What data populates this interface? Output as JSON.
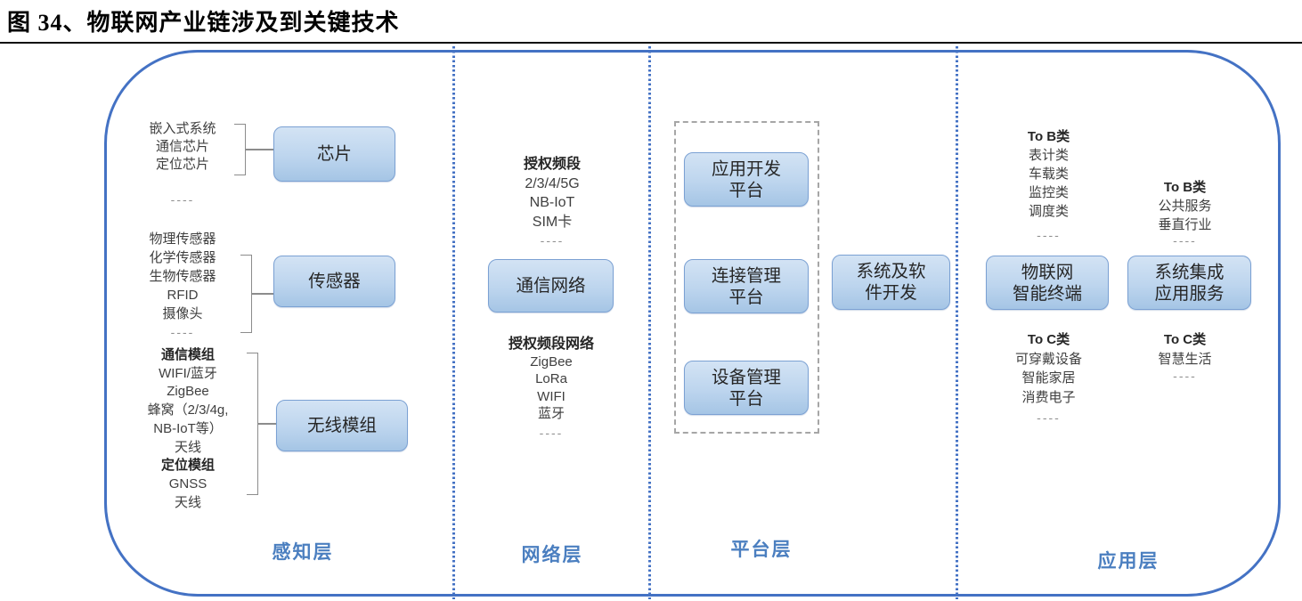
{
  "title": "图 34、物联网产业链涉及到关键技术",
  "separator": "----",
  "colors": {
    "accent_blue": "#4472c4",
    "box_border": "#7ba1d3",
    "box_fill_top": "#d3e3f4",
    "box_fill_bottom": "#a5c5e5",
    "layer_label_blue": "#4b7fc0",
    "bracket_gray": "#8c8c8c",
    "dashed_frame_gray": "#a6a6a6"
  },
  "layers": {
    "perception_label": "感知层",
    "network_label": "网络层",
    "platform_label": "平台层",
    "application_label": "应用层"
  },
  "perception": {
    "chip": {
      "box_label": "芯片",
      "items": [
        "嵌入式系统",
        "通信芯片",
        "定位芯片"
      ]
    },
    "sensor": {
      "box_label": "传感器",
      "items": [
        "物理传感器",
        "化学传感器",
        "生物传感器",
        "RFID",
        "摄像头",
        "----"
      ]
    },
    "wireless": {
      "box_label": "无线模组",
      "comm_title": "通信模组",
      "comm_items": [
        "WIFI/蓝牙",
        "ZigBee",
        "蜂窝（2/3/4g,",
        "NB-IoT等）",
        "天线"
      ],
      "position_title": "定位模组",
      "position_items": [
        "GNSS",
        "天线"
      ]
    }
  },
  "network": {
    "licensed_title": "授权频段",
    "licensed_items": [
      "2/3/4/5G",
      "NB-IoT",
      "SIM卡"
    ],
    "box_label": "通信网络",
    "unlicensed_title": "授权频段网络",
    "unlicensed_items": [
      "ZigBee",
      "LoRa",
      "WIFI",
      "蓝牙"
    ]
  },
  "platform": {
    "app_dev_box": {
      "line1": "应用开发",
      "line2": "平台"
    },
    "conn_mgmt_box": {
      "line1": "连接管理",
      "line2": "平台"
    },
    "device_mgmt_box": {
      "line1": "设备管理",
      "line2": "平台"
    },
    "software_box": {
      "line1": "系统及软",
      "line2": "件开发"
    }
  },
  "application": {
    "to_b_left": {
      "title": "To B类",
      "items": [
        "表计类",
        "车载类",
        "监控类",
        "调度类"
      ]
    },
    "to_b_right": {
      "title": "To B类",
      "items": [
        "公共服务",
        "垂直行业"
      ]
    },
    "terminal_box": {
      "line1": "物联网",
      "line2": "智能终端"
    },
    "integration_box": {
      "line1": "系统集成",
      "line2": "应用服务"
    },
    "to_c_left": {
      "title": "To C类",
      "items": [
        "可穿戴设备",
        "智能家居",
        "消费电子"
      ]
    },
    "to_c_right": {
      "title": "To C类",
      "items": [
        "智慧生活"
      ]
    }
  }
}
